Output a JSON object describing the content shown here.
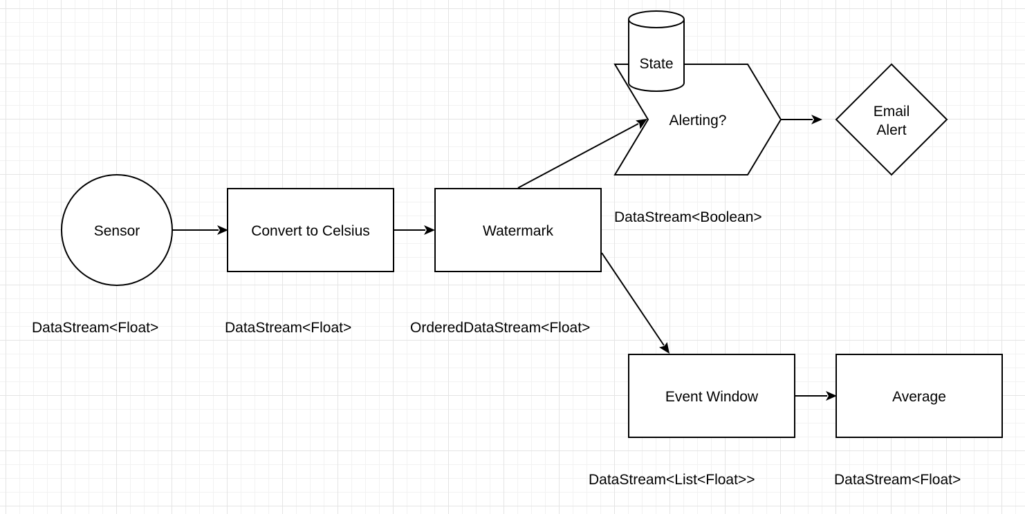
{
  "nodes": {
    "sensor": "Sensor",
    "convert": "Convert to Celsius",
    "watermark": "Watermark",
    "state": "State",
    "alerting": "Alerting?",
    "email_line1": "Email",
    "email_line2": "Alert",
    "event_window": "Event Window",
    "average": "Average"
  },
  "types": {
    "sensor": "DataStream<Float>",
    "convert": "DataStream<Float>",
    "watermark": "OrderedDataStream<Float>",
    "alerting": "DataStream<Boolean>",
    "event_window": "DataStream<List<Float>>",
    "average": "DataStream<Float>"
  },
  "colors": {
    "stroke": "#000000",
    "fill": "#ffffff",
    "grid_major": "#e4e4e4",
    "grid_minor": "#f2f2f2"
  }
}
